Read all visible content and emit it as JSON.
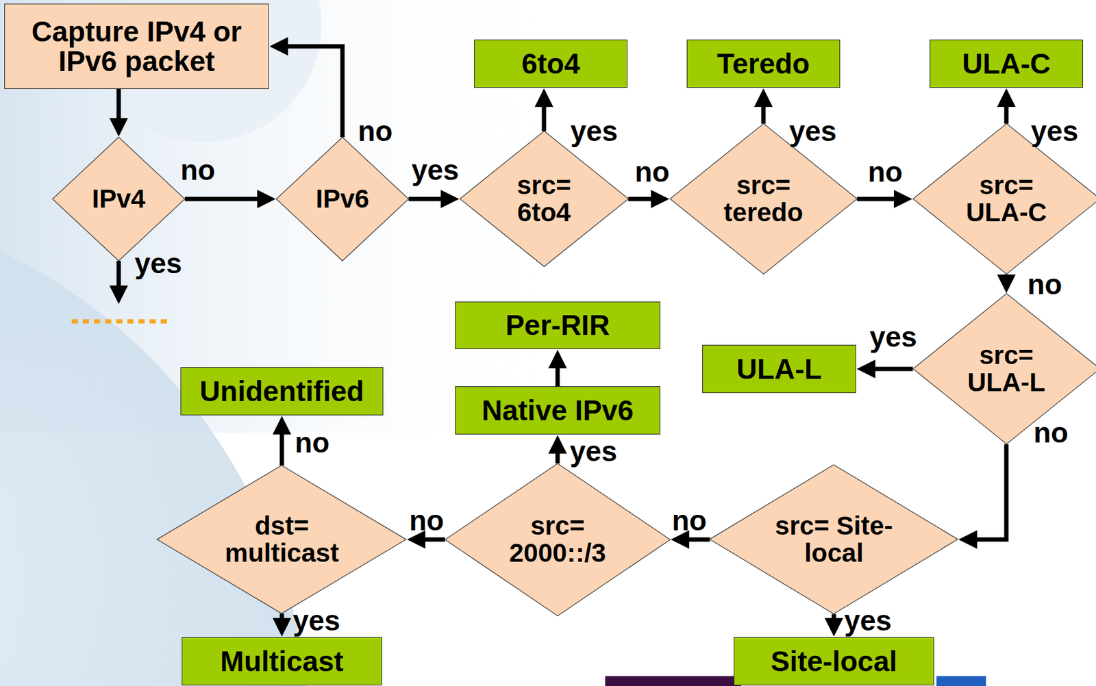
{
  "diagram": {
    "nodes": [
      {
        "text": [
          "Capture IPv4 or IPv6 packet"
        ]
      },
      {
        "text": [
          "IPv4"
        ]
      },
      {
        "text": [
          "IPv6"
        ]
      },
      {
        "text": [
          "6to4"
        ]
      },
      {
        "text": [
          "src= 6to4"
        ]
      },
      {
        "text": [
          "Teredo"
        ]
      },
      {
        "text": [
          "src= teredo"
        ]
      },
      {
        "text": [
          "ULA-C"
        ]
      },
      {
        "text": [
          "src= ULA-C"
        ]
      },
      {
        "text": [
          "Per-RIR"
        ]
      },
      {
        "text": [
          "ULA-L"
        ]
      },
      {
        "text": [
          "src= ULA-L"
        ]
      },
      {
        "text": [
          "Unidentified"
        ]
      },
      {
        "text": [
          "Native IPv6"
        ]
      },
      {
        "text": [
          "dst= multicast"
        ]
      },
      {
        "text": [
          "src= 2000::/3"
        ]
      },
      {
        "text": [
          "src= Site-local"
        ]
      },
      {
        "text": [
          "Multicast"
        ]
      },
      {
        "text": [
          "Site-local"
        ]
      }
    ],
    "edges": [
      {
        "from": 0,
        "to": 1,
        "arrow": "to"
      },
      {
        "from": 1,
        "to": 2,
        "label": "no",
        "arrow": "to"
      },
      {
        "from": 2,
        "to": 0,
        "label": "no",
        "arrow": "to"
      },
      {
        "from": 2,
        "to": 4,
        "label": "yes",
        "arrow": "to"
      },
      {
        "from": 4,
        "to": 3,
        "label": "yes",
        "arrow": "to"
      },
      {
        "from": 4,
        "to": 6,
        "label": "no",
        "arrow": "to"
      },
      {
        "from": 6,
        "to": 5,
        "label": "yes",
        "arrow": "to"
      },
      {
        "from": 6,
        "to": 8,
        "label": "no",
        "arrow": "to"
      },
      {
        "from": 8,
        "to": 7,
        "label": "yes",
        "arrow": "to"
      },
      {
        "from": 8,
        "to": 11,
        "label": "no",
        "arrow": "to"
      },
      {
        "from": 11,
        "to": 10,
        "label": "yes",
        "arrow": "to"
      },
      {
        "from": 11,
        "to": 16,
        "label": "no",
        "arrow": "to"
      },
      {
        "from": 16,
        "to": 18,
        "label": "yes",
        "arrow": "to"
      },
      {
        "from": 16,
        "to": 15,
        "label": "no",
        "arrow": "to"
      },
      {
        "from": 15,
        "to": 13,
        "label": "yes",
        "arrow": "to"
      },
      {
        "from": 13,
        "to": 9,
        "arrow": "to"
      },
      {
        "from": 15,
        "to": 14,
        "label": "no",
        "arrow": "to"
      },
      {
        "from": 14,
        "to": 12,
        "label": "no",
        "arrow": "to"
      },
      {
        "from": 14,
        "to": 17,
        "label": "yes",
        "arrow": "to"
      }
    ],
    "labels": [
      "yes"
    ]
  }
}
